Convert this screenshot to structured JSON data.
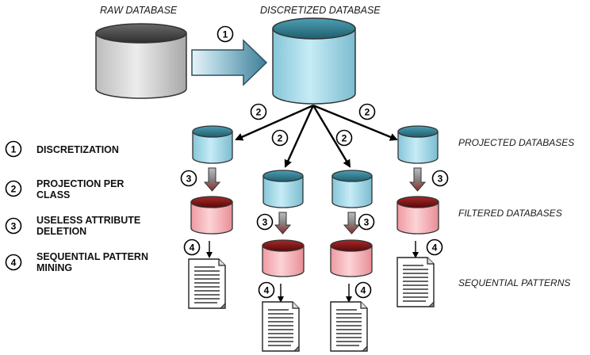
{
  "labels": {
    "raw_database": "RAW DATABASE",
    "discretized_database": "DISCRETIZED DATABASE",
    "projected_databases": "PROJECTED DATABASES",
    "filtered_databases": "FILTERED DATABASES",
    "sequential_patterns": "SEQUENTIAL PATTERNS"
  },
  "legend": [
    {
      "num": "1",
      "lines": [
        "DISCRETIZATION"
      ]
    },
    {
      "num": "2",
      "lines": [
        "PROJECTION PER",
        "CLASS"
      ]
    },
    {
      "num": "3",
      "lines": [
        "USELESS ATTRIBUTE",
        "DELETION"
      ]
    },
    {
      "num": "4",
      "lines": [
        "SEQUENTIAL PATTERN",
        "MINING"
      ]
    }
  ],
  "step_numbers": {
    "one": "1",
    "two": "2",
    "three": "3",
    "four": "4"
  },
  "colors": {
    "raw_db_body": "#d4d4d4",
    "raw_db_top": "#4a4a4a",
    "discretized_body": "#a9dcea",
    "discretized_top": "#2e7a8c",
    "projected_body": "#bfe6f1",
    "projected_top": "#3a8ca0",
    "filtered_body": "#f7b9bd",
    "filtered_top": "#7a1010",
    "big_arrow": "#5f98b0"
  },
  "icons": {
    "database": "cylinder-icon",
    "document": "document-icon"
  }
}
